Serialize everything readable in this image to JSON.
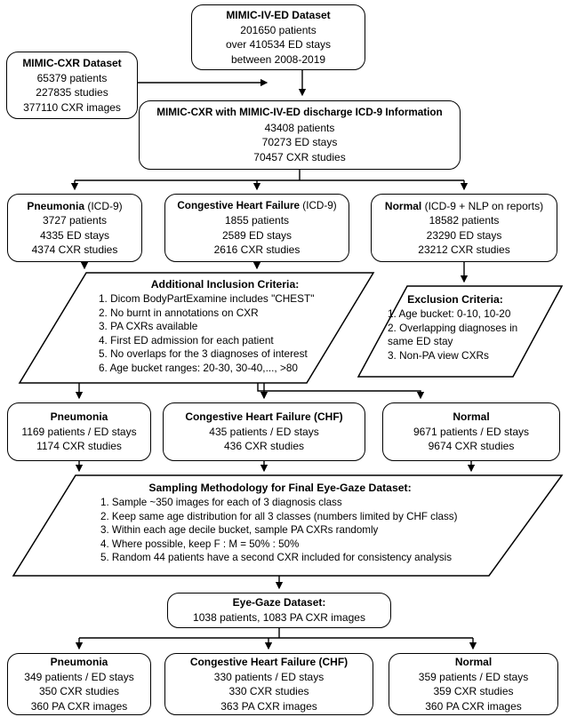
{
  "boxes": {
    "mimic_ed": {
      "title": "MIMIC-IV-ED Dataset",
      "lines": [
        "201650 patients",
        "over 410534 ED stays",
        "between 2008-2019"
      ]
    },
    "mimic_cxr": {
      "title": "MIMIC-CXR Dataset",
      "lines": [
        "65379 patients",
        "227835 studies",
        "377110 CXR images"
      ]
    },
    "merged": {
      "title": "MIMIC-CXR with MIMIC-IV-ED discharge ICD-9 Information",
      "lines": [
        "43408 patients",
        "70273 ED stays",
        "70457 CXR studies"
      ]
    },
    "r3_pneumonia": {
      "title_bold": "Pneumonia",
      "title_rest": " (ICD-9)",
      "lines": [
        "3727 patients",
        "4335 ED stays",
        "4374 CXR studies"
      ]
    },
    "r3_chf": {
      "title_bold": "Congestive Heart Failure",
      "title_rest": " (ICD-9)",
      "lines": [
        "1855 patients",
        "2589 ED stays",
        "2616 CXR studies"
      ]
    },
    "r3_normal": {
      "title_bold": "Normal",
      "title_rest": " (ICD-9 + NLP on reports)",
      "lines": [
        "18582 patients",
        "23290 ED stays",
        "23212 CXR studies"
      ]
    },
    "r4_pneumonia": {
      "title": "Pneumonia",
      "lines": [
        "1169 patients / ED stays",
        "1174 CXR studies"
      ]
    },
    "r4_chf": {
      "title": "Congestive Heart Failure (CHF)",
      "lines": [
        "435 patients / ED stays",
        "436 CXR studies"
      ]
    },
    "r4_normal": {
      "title": "Normal",
      "lines": [
        "9671 patients / ED stays",
        "9674 CXR studies"
      ]
    },
    "eyegaze": {
      "title": "Eye-Gaze Dataset:",
      "lines": [
        "1038 patients, 1083 PA CXR images"
      ]
    },
    "r5_pneumonia": {
      "title": "Pneumonia",
      "lines": [
        "349 patients / ED stays",
        "350 CXR studies",
        "360 PA CXR images"
      ]
    },
    "r5_chf": {
      "title": "Congestive Heart Failure (CHF)",
      "lines": [
        "330 patients / ED stays",
        "330 CXR studies",
        "363 PA CXR images"
      ]
    },
    "r5_normal": {
      "title": "Normal",
      "lines": [
        "359 patients / ED stays",
        "359 CXR studies",
        "360 PA CXR images"
      ]
    }
  },
  "inclusion": {
    "title": "Additional Inclusion Criteria:",
    "items": [
      "1. Dicom BodyPartExamine includes \"CHEST\"",
      "2. No burnt in annotations on CXR",
      "3. PA CXRs available",
      "4. First ED admission for each patient",
      "5. No overlaps for the 3 diagnoses of interest",
      "6. Age bucket ranges: 20-30, 30-40,..., >80"
    ]
  },
  "exclusion": {
    "title": "Exclusion Criteria:",
    "items": [
      "1. Age bucket: 0-10, 10-20",
      "2. Overlapping diagnoses in same ED stay",
      "3. Non-PA view CXRs"
    ]
  },
  "sampling": {
    "title": "Sampling Methodology for Final Eye-Gaze Dataset:",
    "items": [
      "1. Sample ~350 images for each of 3 diagnosis class",
      "2. Keep same age distribution for all 3 classes (numbers limited by CHF class)",
      "3. Within each age decile bucket, sample PA CXRs randomly",
      "4. Where possible, keep F : M = 50% : 50%",
      "5. Random 44 patients have a second CXR included for consistency analysis"
    ]
  },
  "colors": {
    "stroke": "#000000",
    "fill": "#ffffff"
  }
}
